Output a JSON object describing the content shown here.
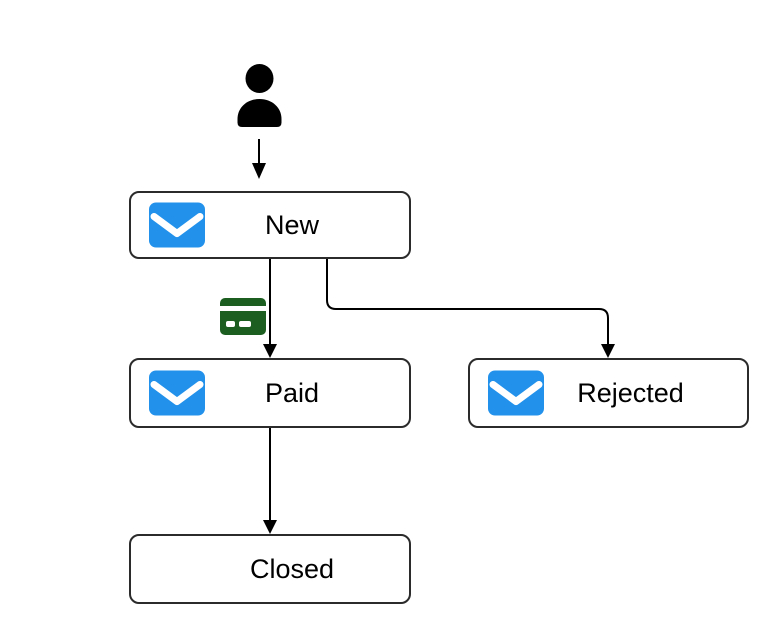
{
  "nodes": {
    "new": {
      "label": "New",
      "icon": "envelope-icon"
    },
    "paid": {
      "label": "Paid",
      "icon": "envelope-icon"
    },
    "rejected": {
      "label": "Rejected",
      "icon": "envelope-icon"
    },
    "closed": {
      "label": "Closed",
      "icon": "none"
    }
  },
  "actor": {
    "icon": "person-icon"
  },
  "graph": {
    "edges": [
      {
        "from": "actor",
        "to": "new"
      },
      {
        "from": "new",
        "to": "paid",
        "badge_icon": "credit-card-icon"
      },
      {
        "from": "new",
        "to": "rejected"
      },
      {
        "from": "paid",
        "to": "closed"
      }
    ]
  },
  "colors": {
    "background": "#ffffff",
    "node_fill": "#ffffff",
    "node_border": "#2b2b2b",
    "label_text": "#000000",
    "edge": "#000000",
    "envelope_blue": "#2191eb",
    "envelope_flap": "#ffffff",
    "card_green": "#1b5e20",
    "card_detail": "#ffffff",
    "person_black": "#000000"
  }
}
